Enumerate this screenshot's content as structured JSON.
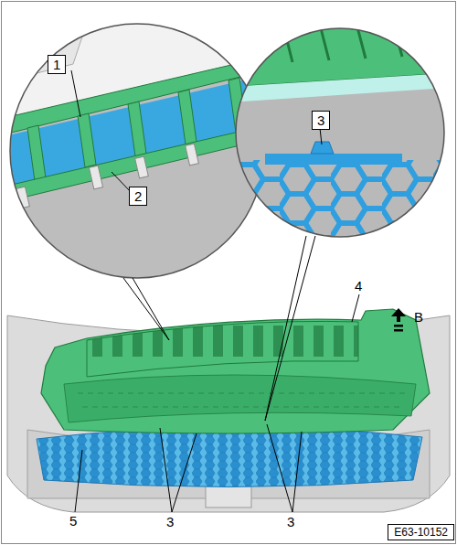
{
  "diagram": {
    "labels": [
      "1",
      "2",
      "3",
      "4",
      "B",
      "5",
      "3",
      "3",
      "E63-10152"
    ]
  }
}
